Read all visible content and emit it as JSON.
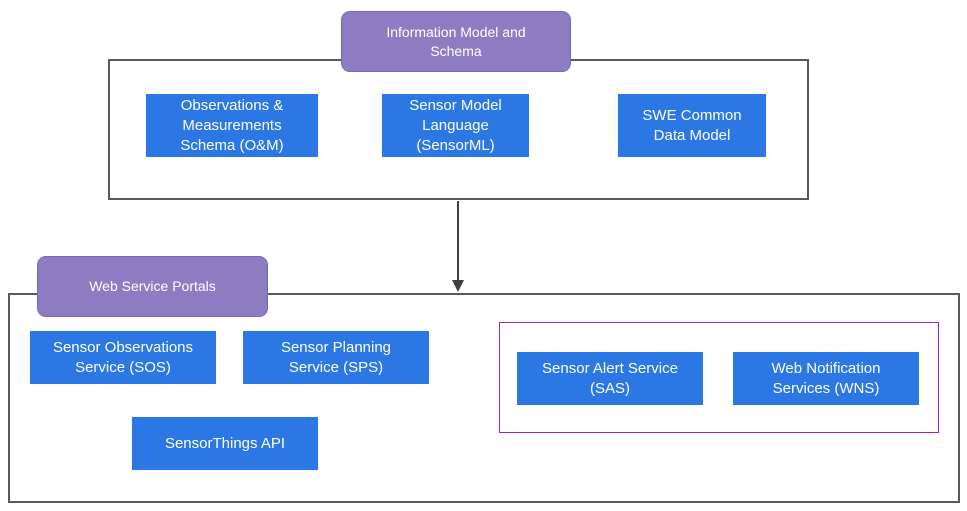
{
  "information_model": {
    "title": "Information Model and\nSchema",
    "items": [
      "Observations &\nMeasurements\nSchema (O&M)",
      "Sensor Model\nLanguage\n(SensorML)",
      "SWE Common\nData Model"
    ]
  },
  "web_service_portals": {
    "title": "Web Service Portals",
    "items": [
      "Sensor Observations\nService (SOS)",
      "Sensor Planning\nService (SPS)",
      "SensorThings API"
    ],
    "alert_group": [
      "Sensor Alert Service\n(SAS)",
      "Web Notification\nServices (WNS)"
    ]
  },
  "colors": {
    "tab_fill": "#8e7cc3",
    "box_fill": "#2b78e4",
    "frame_border": "#595959",
    "group_border": "#a020c0"
  }
}
